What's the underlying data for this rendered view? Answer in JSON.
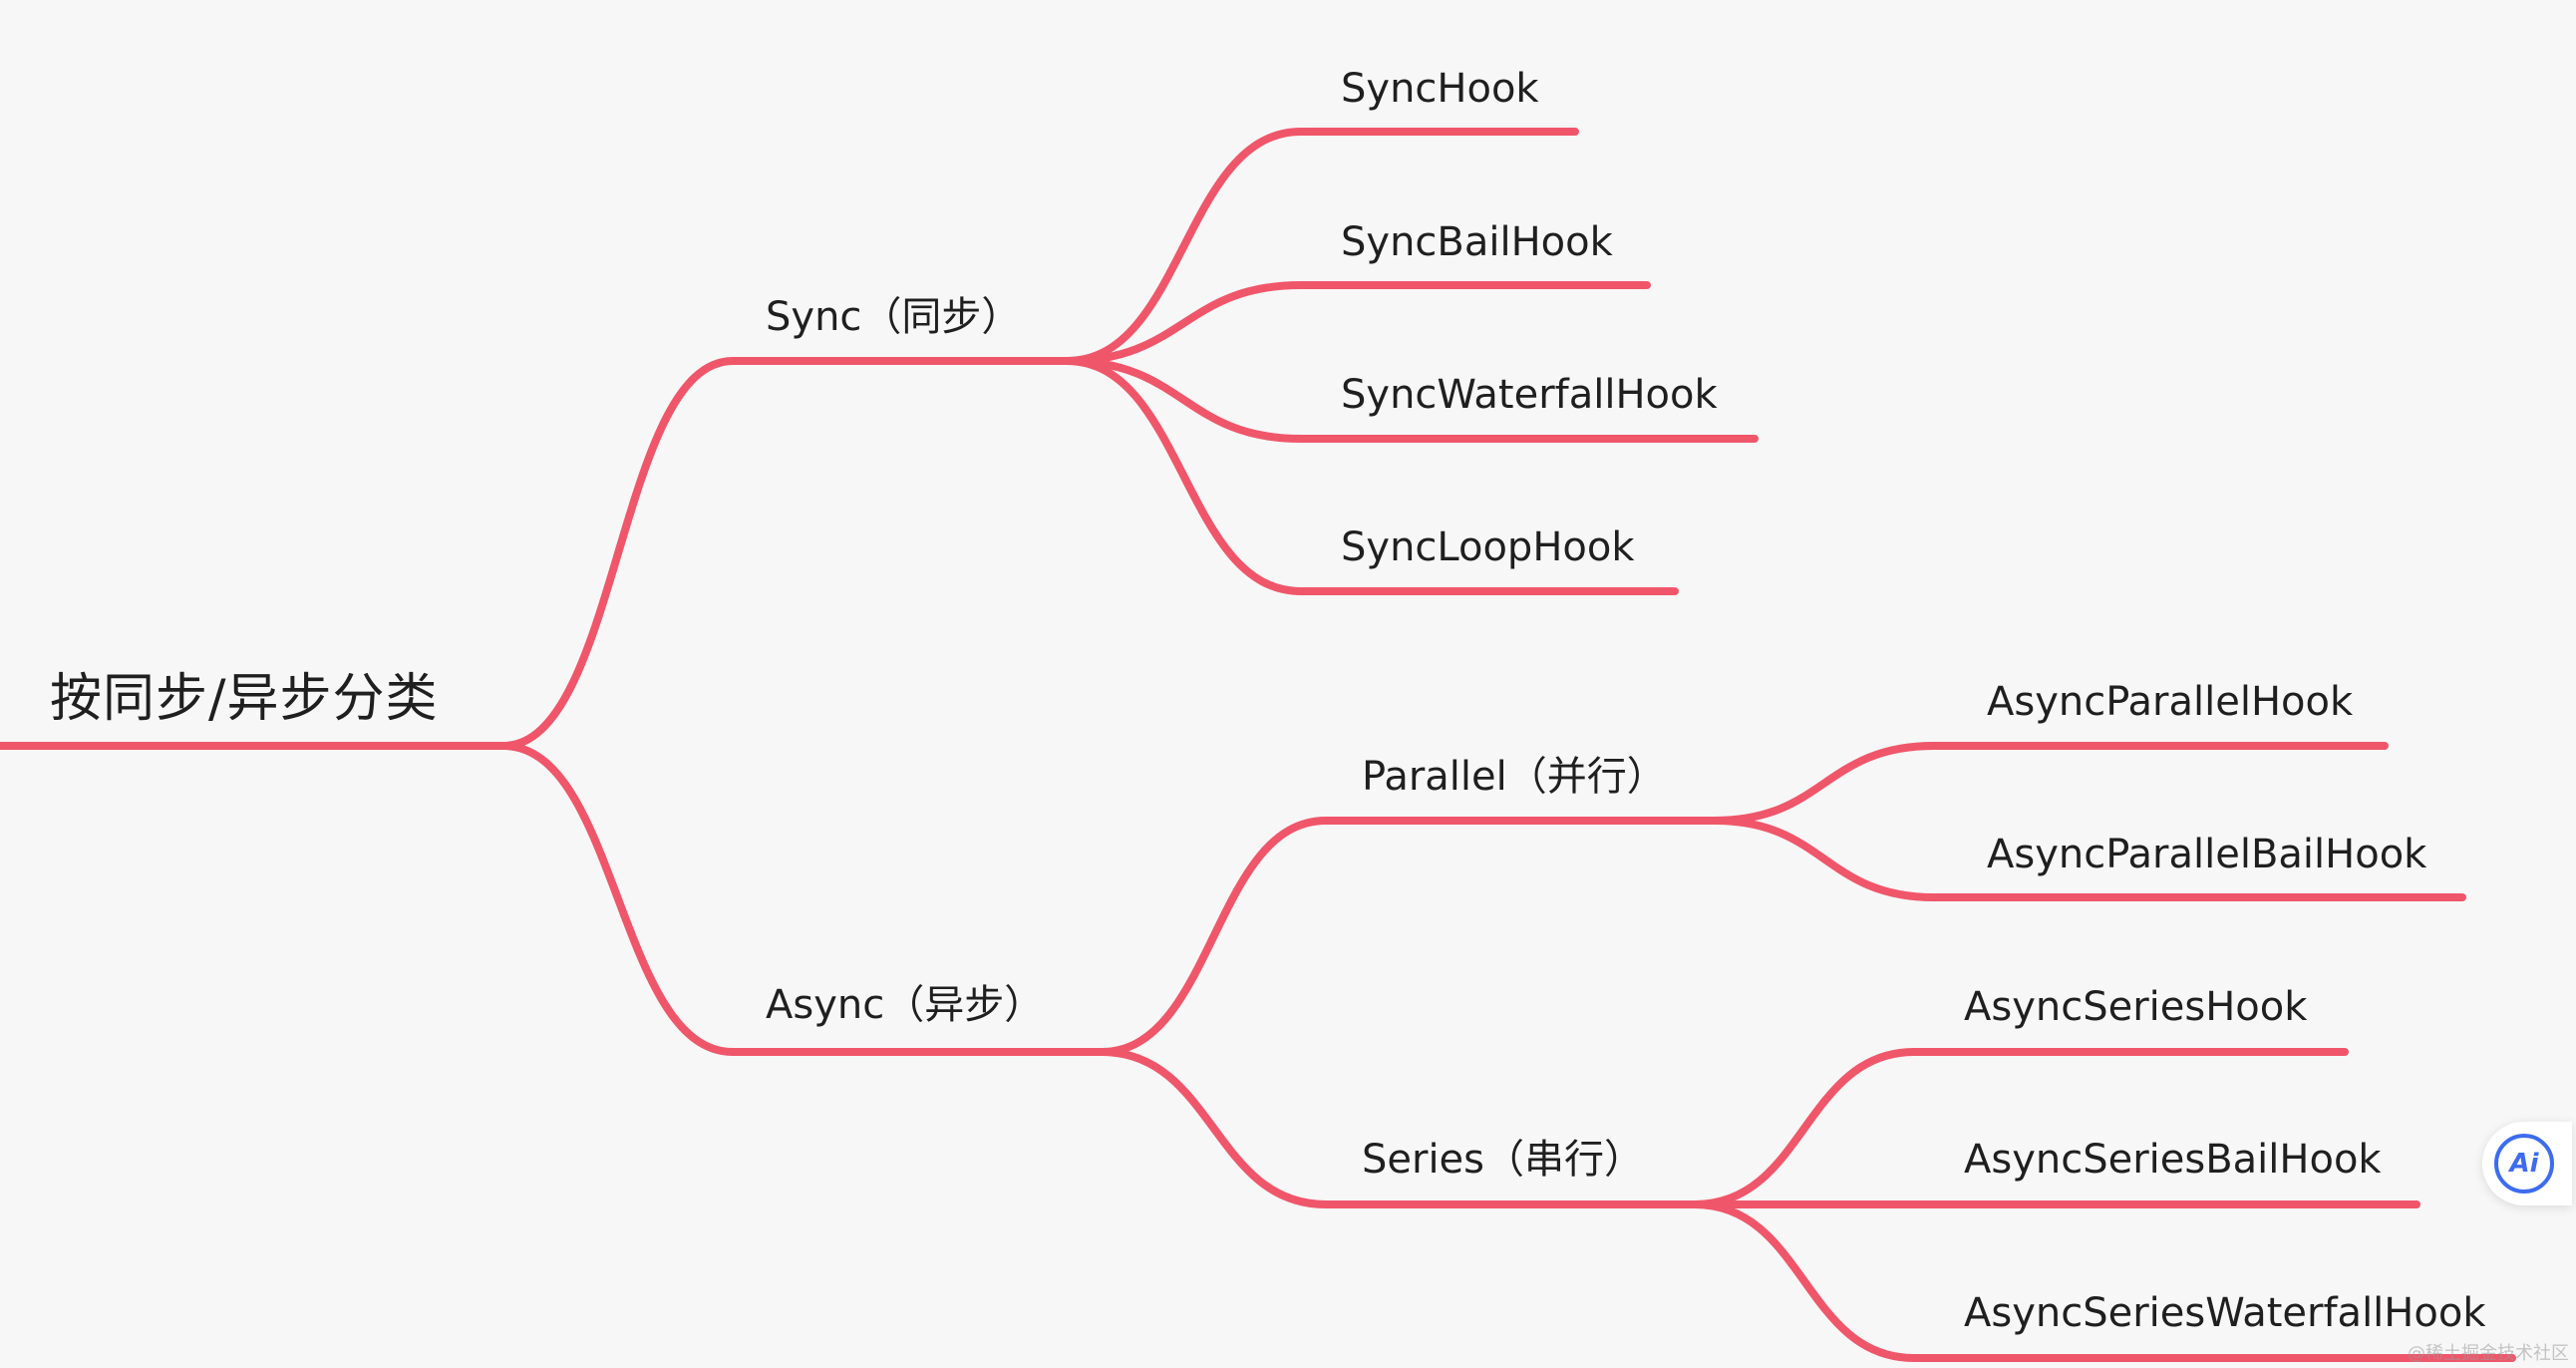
{
  "diagram": {
    "link_color": "#f0566a",
    "root": {
      "label": "按同步/异步分类"
    },
    "sync": {
      "label": "Sync（同步）",
      "children": [
        "SyncHook",
        "SyncBailHook",
        "SyncWaterfallHook",
        "SyncLoopHook"
      ]
    },
    "async": {
      "label": "Async（异步）",
      "parallel": {
        "label": "Parallel（并行）",
        "children": [
          "AsyncParallelHook",
          "AsyncParallelBailHook"
        ]
      },
      "series": {
        "label": "Series（串行）",
        "children": [
          "AsyncSeriesHook",
          "AsyncSeriesBailHook",
          "AsyncSeriesWaterfallHook"
        ]
      }
    }
  },
  "ai_button": {
    "label": "Ai",
    "accent": "#3d6cf0"
  },
  "watermark": "@稀土掘金技术社区"
}
